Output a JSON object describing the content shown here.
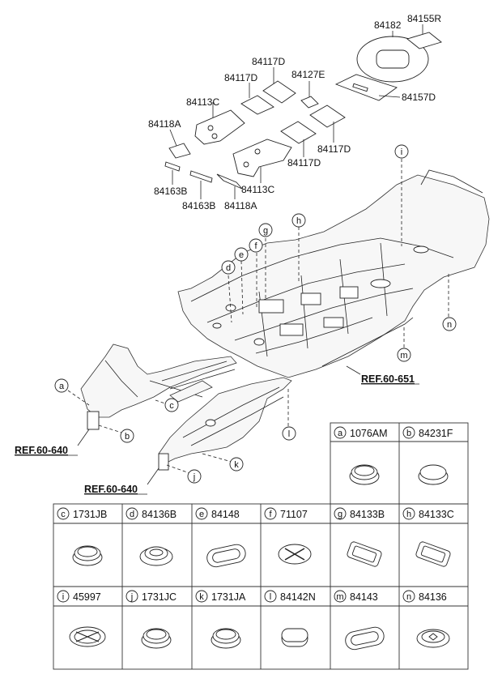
{
  "pads": {
    "p84182": "84182",
    "p84155R": "84155R",
    "p84117D_1": "84117D",
    "p84127E": "84127E",
    "p84117D_2": "84117D",
    "p84113C_1": "84113C",
    "p84157D": "84157D",
    "p84118A_1": "84118A",
    "p84117D_3": "84117D",
    "p84117D_4": "84117D",
    "p84113C_2": "84113C",
    "p84163B_1": "84163B",
    "p84163B_2": "84163B",
    "p84118A_2": "84118A"
  },
  "refs": {
    "ref1": "REF.60-651",
    "ref2": "REF.60-640",
    "ref3": "REF.60-640"
  },
  "callouts": {
    "a": "a",
    "b": "b",
    "c": "c",
    "d": "d",
    "e": "e",
    "f": "f",
    "g": "g",
    "h": "h",
    "i": "i",
    "j": "j",
    "k": "k",
    "l": "l",
    "m": "m",
    "n": "n"
  },
  "legend": [
    {
      "letter": "a",
      "part": "1076AM"
    },
    {
      "letter": "b",
      "part": "84231F"
    },
    {
      "letter": "c",
      "part": "1731JB"
    },
    {
      "letter": "d",
      "part": "84136B"
    },
    {
      "letter": "e",
      "part": "84148"
    },
    {
      "letter": "f",
      "part": "71107"
    },
    {
      "letter": "g",
      "part": "84133B"
    },
    {
      "letter": "h",
      "part": "84133C"
    },
    {
      "letter": "i",
      "part": "45997"
    },
    {
      "letter": "j",
      "part": "1731JC"
    },
    {
      "letter": "k",
      "part": "1731JA"
    },
    {
      "letter": "l",
      "part": "84142N"
    },
    {
      "letter": "m",
      "part": "84143"
    },
    {
      "letter": "n",
      "part": "84136"
    }
  ]
}
